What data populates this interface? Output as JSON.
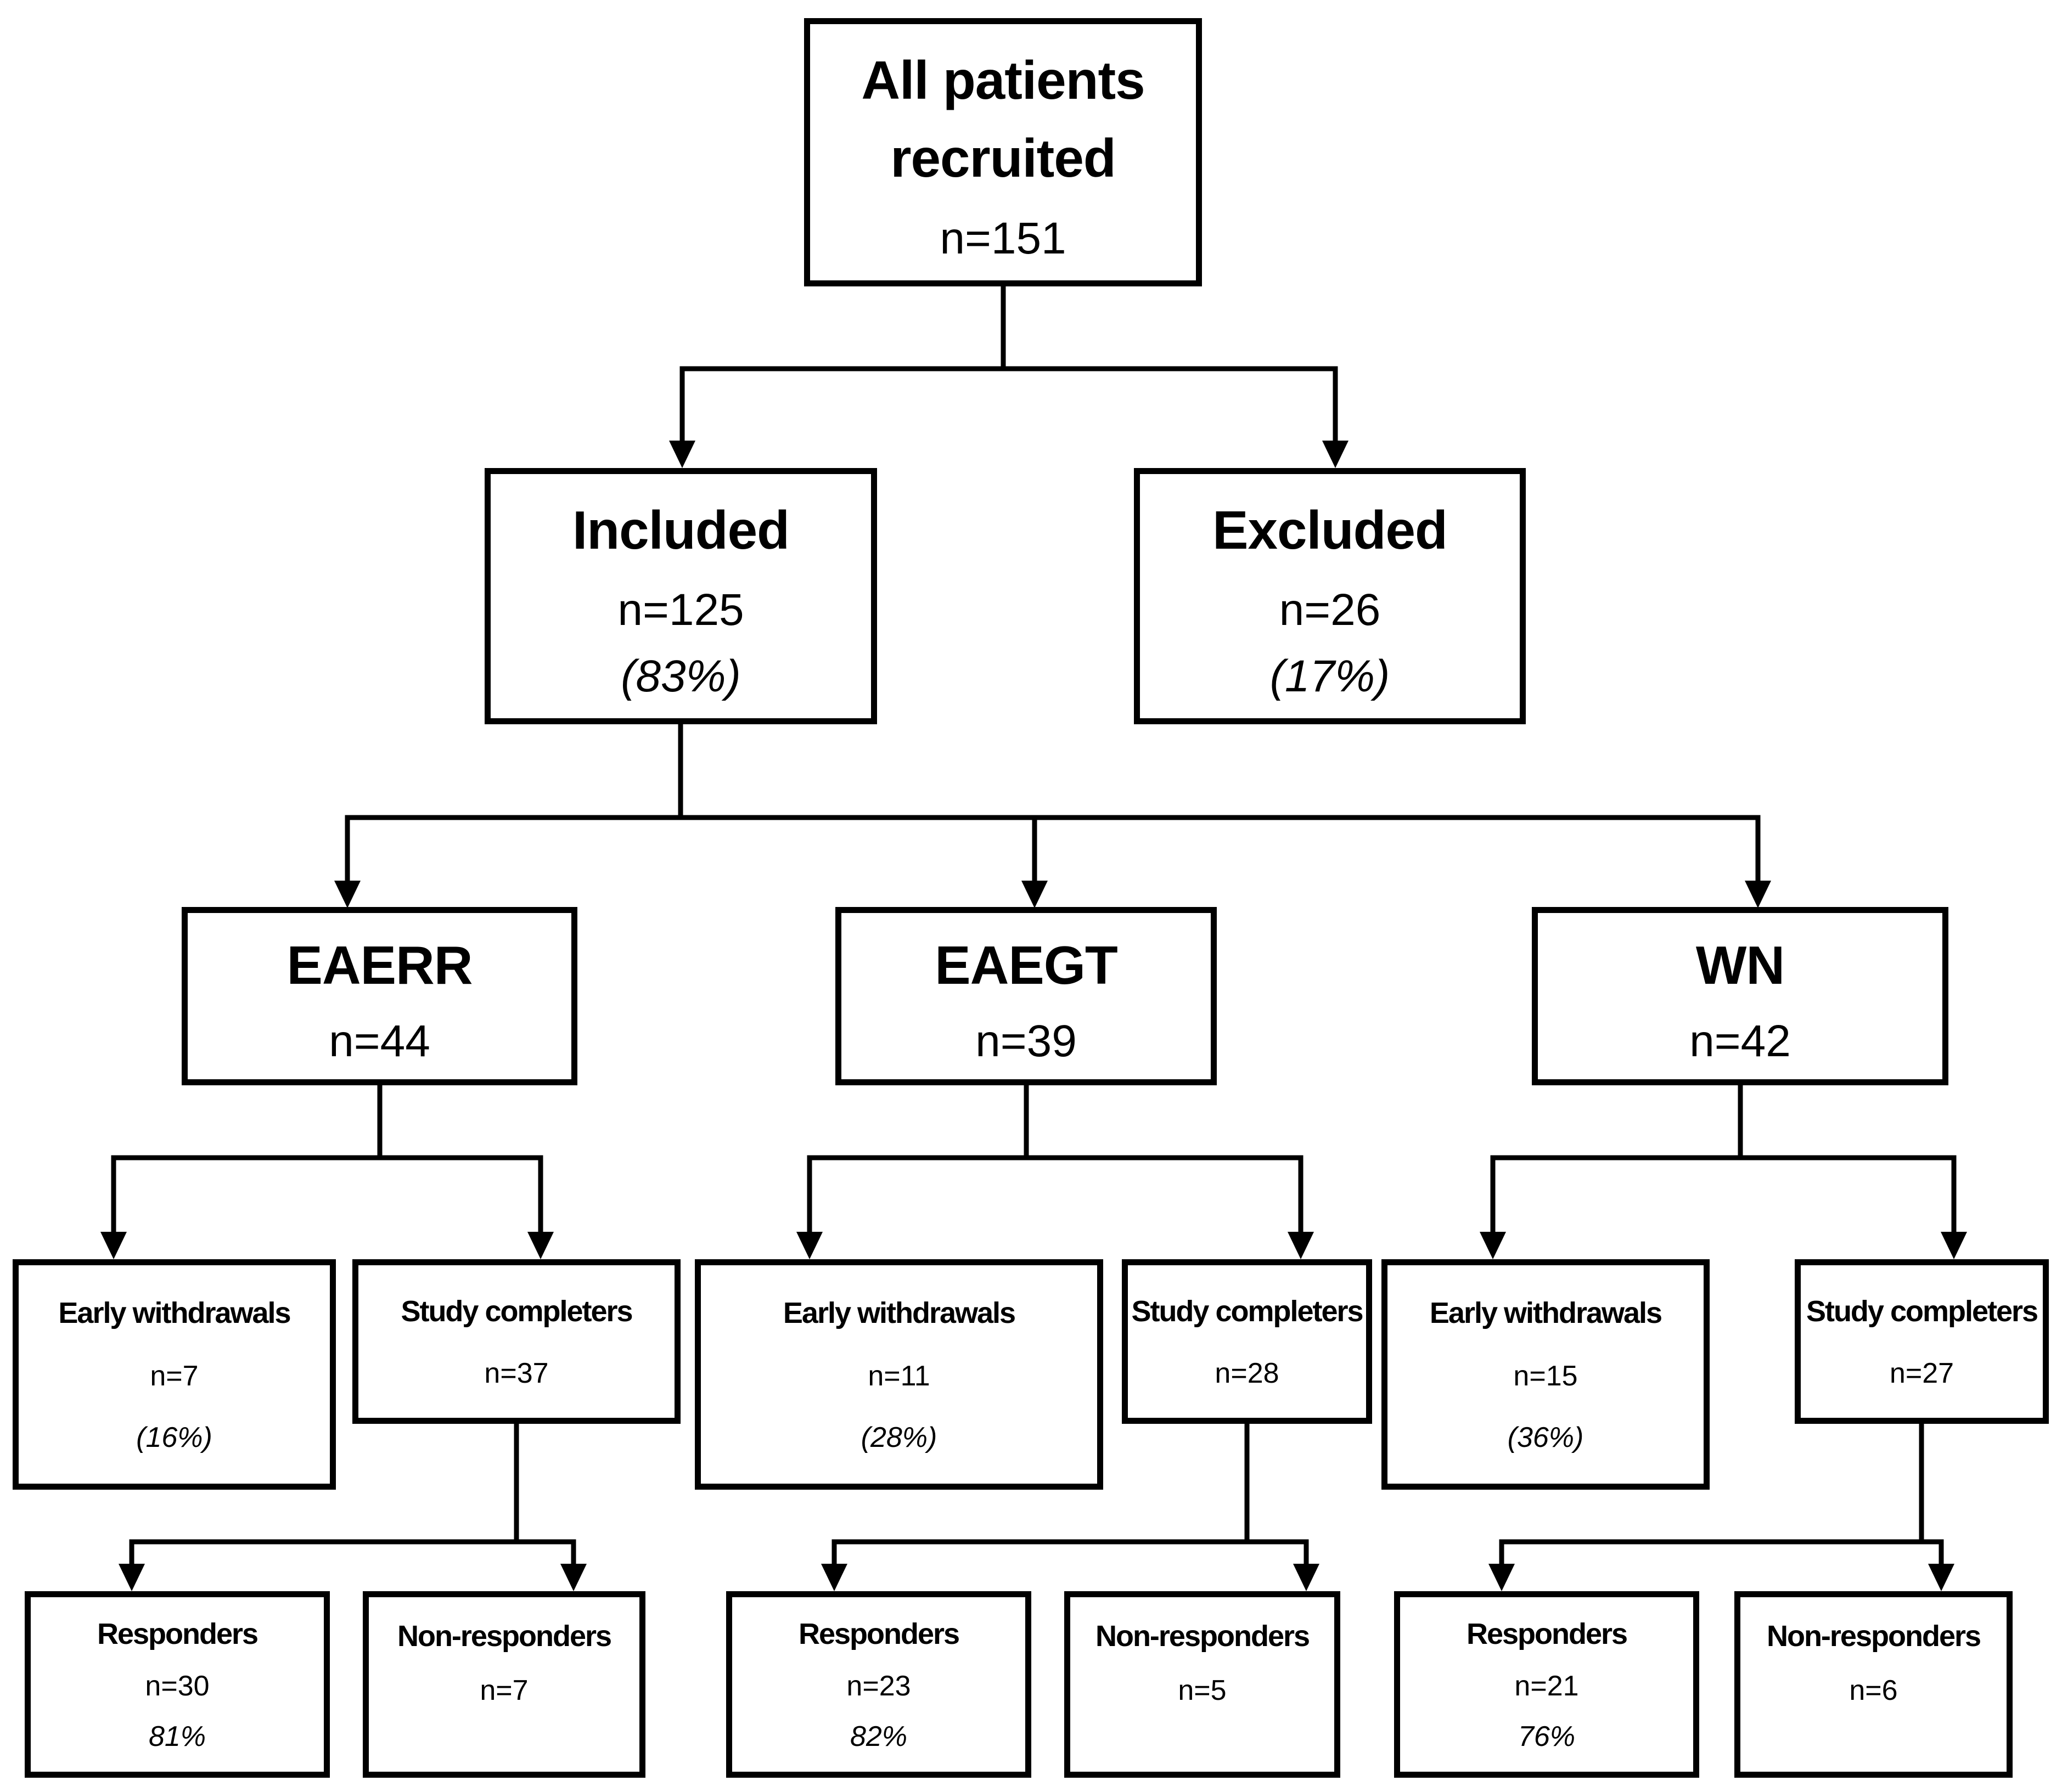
{
  "figure": {
    "type": "patient-flow-diagram",
    "background_color": "#ffffff",
    "line_color": "#000000",
    "root": {
      "label": "All patients recruited",
      "n": "n=151"
    },
    "level2": [
      {
        "label": "Included",
        "n": "n=125",
        "pct": "(83%)"
      },
      {
        "label": "Excluded",
        "n": "n=26",
        "pct": "(17%)"
      }
    ],
    "arms": [
      {
        "label": "EAERR",
        "n": "n=44",
        "early_withdrawals": {
          "label": "Early withdrawals",
          "n": "n=7",
          "pct": "(16%)"
        },
        "study_completers": {
          "label": "Study completers",
          "n": "n=37"
        },
        "responders": {
          "label": "Responders",
          "n": "n=30",
          "pct": "81%"
        },
        "non_responders": {
          "label": "Non-responders",
          "n": "n=7"
        }
      },
      {
        "label": "EAEGT",
        "n": "n=39",
        "early_withdrawals": {
          "label": "Early withdrawals",
          "n": "n=11",
          "pct": "(28%)"
        },
        "study_completers": {
          "label": "Study completers",
          "n": "n=28"
        },
        "responders": {
          "label": "Responders",
          "n": "n=23",
          "pct": "82%"
        },
        "non_responders": {
          "label": "Non-responders",
          "n": "n=5"
        }
      },
      {
        "label": "WN",
        "n": "n=42",
        "early_withdrawals": {
          "label": "Early withdrawals",
          "n": "n=15",
          "pct": "(36%)"
        },
        "study_completers": {
          "label": "Study completers",
          "n": "n=27"
        },
        "responders": {
          "label": "Responders",
          "n": "n=21",
          "pct": "76%"
        },
        "non_responders": {
          "label": "Non-responders",
          "n": "n=6"
        }
      }
    ]
  }
}
